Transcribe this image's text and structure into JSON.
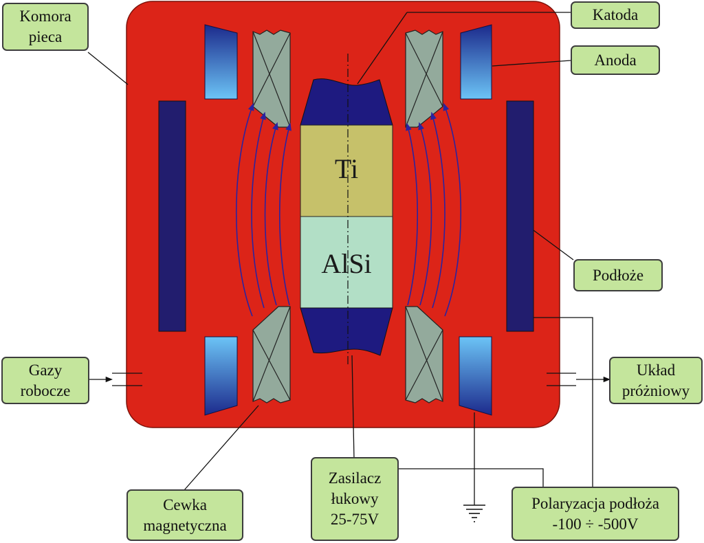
{
  "labels": {
    "komora": [
      "Komora",
      "pieca"
    ],
    "katoda": [
      "Katoda"
    ],
    "anoda": [
      "Anoda"
    ],
    "podloze": [
      "Podłoże"
    ],
    "gazy": [
      "Gazy",
      "robocze"
    ],
    "uklad": [
      "Układ",
      "próżniowy"
    ],
    "zasilacz": [
      "Zasilacz",
      "łukowy",
      "25-75V"
    ],
    "cewka": [
      "Cewka",
      "magnetyczna"
    ],
    "polaryzacja": [
      "Polaryzacja podłoża",
      "-100 ÷ -500V"
    ]
  },
  "blocks": {
    "ti": "Ti",
    "alsi": "AlSi"
  },
  "colors": {
    "chamber": "#dc2418",
    "label_bg": "#c4e59c",
    "target_dark": "#1e1a80",
    "ti_block": "#c6c16a",
    "alsi_block": "#b2dfc6",
    "coil": "#93aa9c",
    "field_line": "#2a23a0",
    "substrate": "#221d6e"
  },
  "icons": [
    "ground-icon",
    "arrow-right-icon"
  ]
}
